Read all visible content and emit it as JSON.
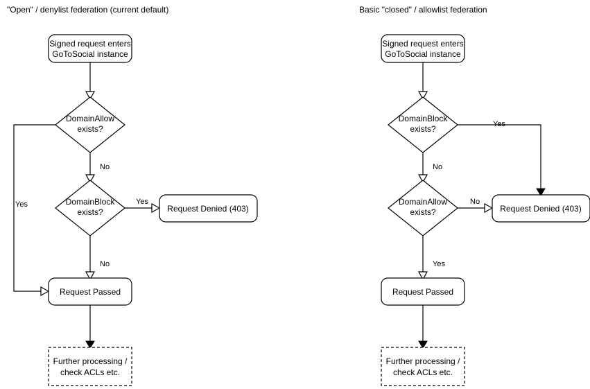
{
  "chart_data": {
    "type": "diagram",
    "title": "GoToSocial federation request handling flowcharts",
    "diagram_kind": "flowchart",
    "panels": [
      {
        "id": "open",
        "title": "\"Open\" / denylist federation (current default)",
        "nodes": [
          {
            "id": "entry",
            "shape": "rounded-rect",
            "label_line1": "Signed request enters",
            "label_line2": "GoToSocial instance"
          },
          {
            "id": "allow",
            "shape": "diamond",
            "label_line1": "DomainAllow",
            "label_line2": "exists?"
          },
          {
            "id": "block",
            "shape": "diamond",
            "label_line1": "DomainBlock",
            "label_line2": "exists?"
          },
          {
            "id": "denied",
            "shape": "rounded-rect",
            "label_line1": "Request Denied (403)",
            "label_line2": ""
          },
          {
            "id": "passed",
            "shape": "rounded-rect",
            "label_line1": "Request Passed",
            "label_line2": ""
          },
          {
            "id": "further",
            "shape": "dashed-rect",
            "label_line1": "Further processing /",
            "label_line2": "check ACLs etc."
          }
        ],
        "edges": [
          {
            "from": "entry",
            "to": "allow",
            "label": "",
            "arrow": "open"
          },
          {
            "from": "allow",
            "to": "passed",
            "label": "Yes",
            "arrow": "open"
          },
          {
            "from": "allow",
            "to": "block",
            "label": "No",
            "arrow": "open"
          },
          {
            "from": "block",
            "to": "denied",
            "label": "Yes",
            "arrow": "open"
          },
          {
            "from": "block",
            "to": "passed",
            "label": "No",
            "arrow": "open"
          },
          {
            "from": "passed",
            "to": "further",
            "label": "",
            "arrow": "solid"
          }
        ]
      },
      {
        "id": "closed",
        "title": "Basic \"closed\" / allowlist federation",
        "nodes": [
          {
            "id": "entry",
            "shape": "rounded-rect",
            "label_line1": "Signed request enters",
            "label_line2": "GoToSocial instance"
          },
          {
            "id": "block",
            "shape": "diamond",
            "label_line1": "DomainBlock",
            "label_line2": "exists?"
          },
          {
            "id": "allow",
            "shape": "diamond",
            "label_line1": "DomainAllow",
            "label_line2": "exists?"
          },
          {
            "id": "denied",
            "shape": "rounded-rect",
            "label_line1": "Request Denied (403)",
            "label_line2": ""
          },
          {
            "id": "passed",
            "shape": "rounded-rect",
            "label_line1": "Request Passed",
            "label_line2": ""
          },
          {
            "id": "further",
            "shape": "dashed-rect",
            "label_line1": "Further processing /",
            "label_line2": "check ACLs etc."
          }
        ],
        "edges": [
          {
            "from": "entry",
            "to": "block",
            "label": "",
            "arrow": "open"
          },
          {
            "from": "block",
            "to": "denied",
            "label": "Yes",
            "arrow": "solid"
          },
          {
            "from": "block",
            "to": "allow",
            "label": "No",
            "arrow": "open"
          },
          {
            "from": "allow",
            "to": "denied",
            "label": "No",
            "arrow": "open"
          },
          {
            "from": "allow",
            "to": "passed",
            "label": "Yes",
            "arrow": "open"
          },
          {
            "from": "passed",
            "to": "further",
            "label": "",
            "arrow": "solid"
          }
        ]
      }
    ],
    "colors": {
      "background": "#ffffff",
      "stroke": "#000000",
      "text": "#000000",
      "fill": "#ffffff"
    }
  }
}
